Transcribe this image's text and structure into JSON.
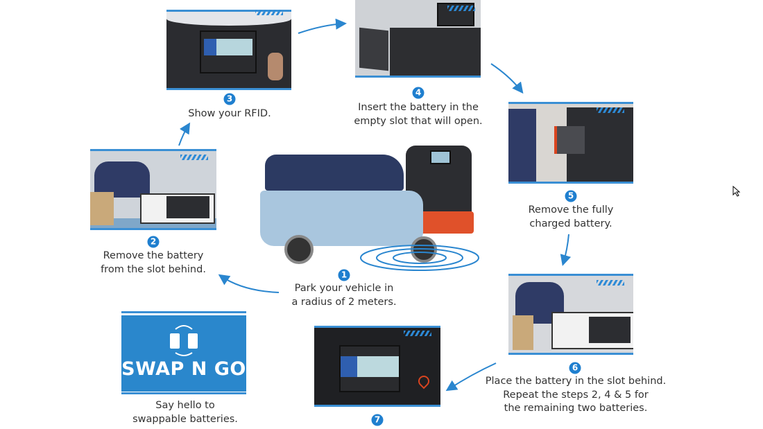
{
  "steps": [
    {
      "number": "1",
      "caption_line1": "Park your vehicle in",
      "caption_line2": "a radius of 2 meters."
    },
    {
      "number": "2",
      "caption_line1": "Remove the battery",
      "caption_line2": "from the slot behind."
    },
    {
      "number": "3",
      "caption_line1": "Show your RFID."
    },
    {
      "number": "4",
      "caption_line1": "Insert the battery in the",
      "caption_line2": "empty slot that will open."
    },
    {
      "number": "5",
      "caption_line1": "Remove the fully",
      "caption_line2": "charged battery."
    },
    {
      "number": "6",
      "caption_line1": "Place the battery in the slot behind.",
      "caption_line2": "Repeat the steps 2, 4 & 5 for",
      "caption_line3": "the remaining two batteries."
    },
    {
      "number": "7"
    }
  ],
  "logo": {
    "text": "SWAP N GO",
    "tagline_line1": "Say hello to",
    "tagline_line2": "swappable batteries."
  },
  "colors": {
    "accent": "#1f7fcf",
    "logo_bg": "#2a87cc",
    "arrow": "#2a86cf"
  }
}
